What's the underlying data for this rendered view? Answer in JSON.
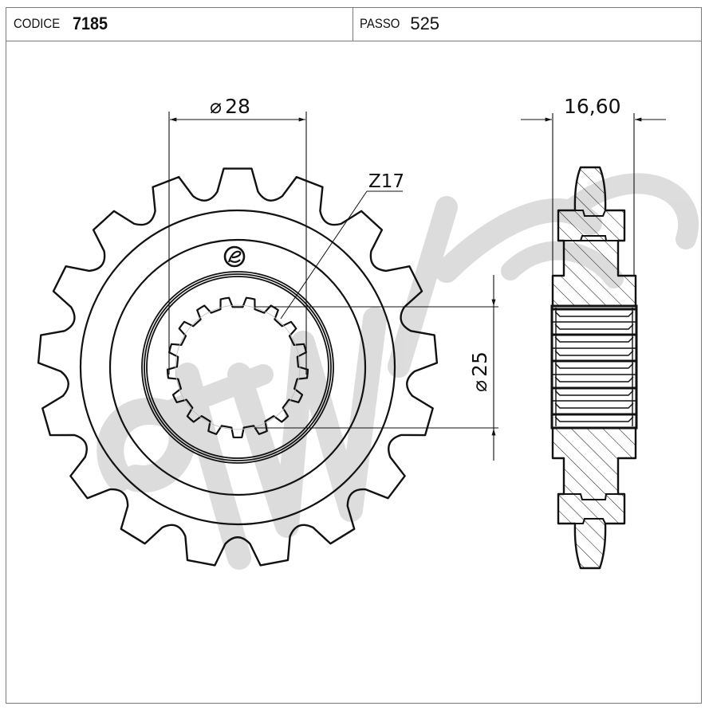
{
  "header": {
    "code_label": "CODICE",
    "code_value": "7185",
    "pitch_label": "PASSO",
    "pitch_value": "525"
  },
  "drawing": {
    "front_view": {
      "outer_diameter_label": "⌀ 28",
      "outer_diameter_symbol": "⌀",
      "outer_diameter_value": "28",
      "teeth_label": "Z17",
      "teeth_count": 17,
      "spline_count": 17,
      "bore_diameter_symbol": "⌀",
      "bore_diameter_value": "25",
      "logo_icon": "e-circle-logo"
    },
    "side_view": {
      "width_label": "16,60"
    },
    "watermark": "esjot-style gray brand watermark",
    "colors": {
      "line": "#111111",
      "frame": "#7a7a7a",
      "watermark": "#d9d9d9",
      "background": "#ffffff"
    }
  }
}
